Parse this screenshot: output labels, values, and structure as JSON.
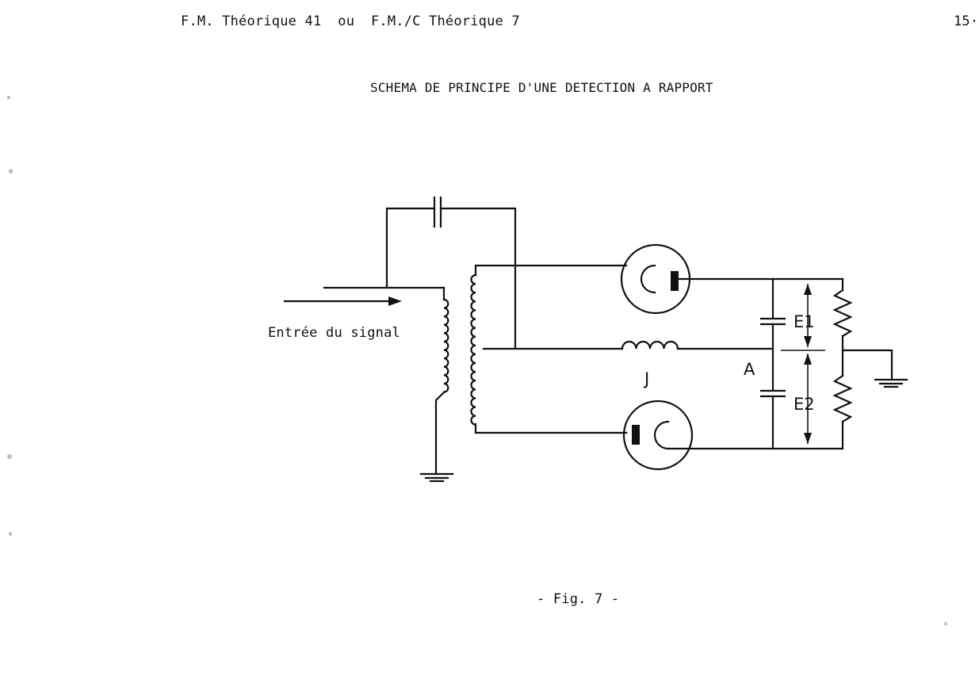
{
  "header": {
    "left": "F.M. Théorique 41  ou  F.M./C Théorique 7",
    "page_number": "15·"
  },
  "title": "SCHEMA DE PRINCIPE D'UNE DETECTION A RAPPORT",
  "diagram": {
    "input_label": "Entrée du signal",
    "labels": {
      "choke": "J",
      "node": "A",
      "voltage_1": "E1",
      "voltage_2": "E2"
    }
  },
  "caption": "- Fig. 7 -"
}
